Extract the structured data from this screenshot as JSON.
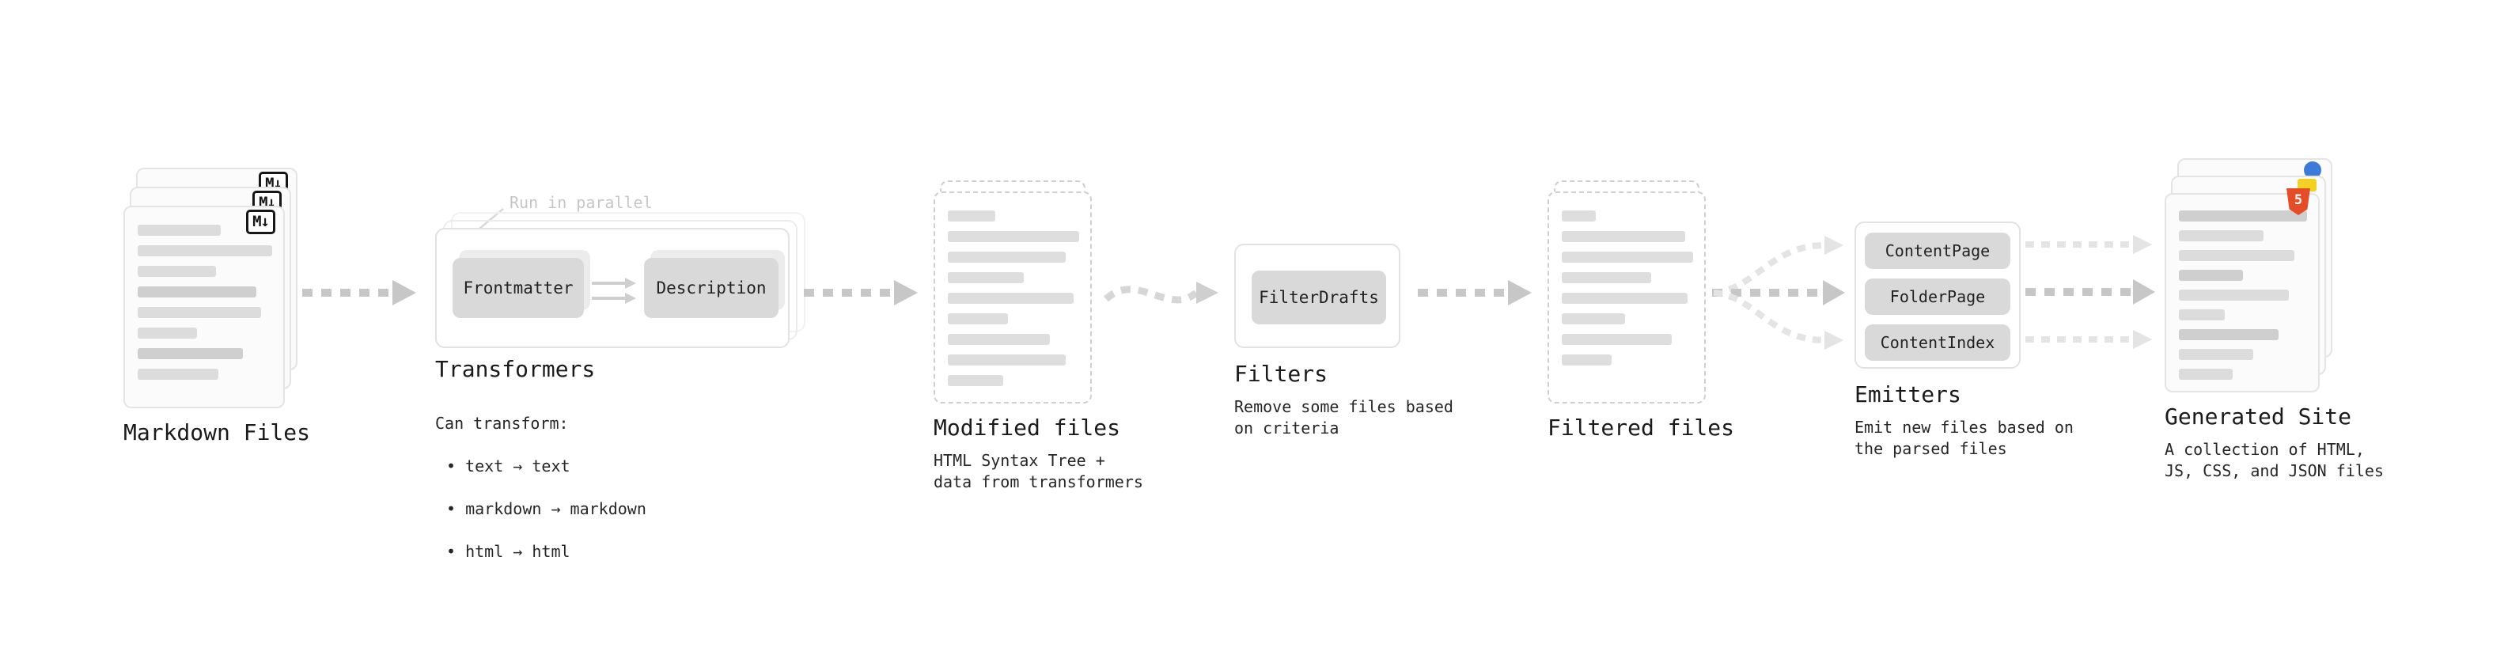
{
  "stages": {
    "markdown_files": {
      "label": "Markdown Files",
      "badge": "M↓"
    },
    "transformers": {
      "annotation": "Run in parallel",
      "boxes": [
        "Frontmatter",
        "Description"
      ],
      "label": "Transformers",
      "description_title": "Can transform:",
      "bullets": [
        "• text → text",
        "• markdown → markdown",
        "• html → html"
      ]
    },
    "modified_files": {
      "label": "Modified files",
      "description": "HTML Syntax Tree +\ndata from transformers"
    },
    "filters": {
      "boxes": [
        "FilterDrafts"
      ],
      "label": "Filters",
      "description": "Remove some files based\non criteria"
    },
    "filtered_files": {
      "label": "Filtered files"
    },
    "emitters": {
      "boxes": [
        "ContentPage",
        "FolderPage",
        "ContentIndex"
      ],
      "label": "Emitters",
      "description": "Emit new files based on\nthe parsed files"
    },
    "generated_site": {
      "label": "Generated Site",
      "badge": "5",
      "description": "A collection of HTML,\nJS, CSS, and JSON files"
    }
  },
  "icons": {
    "markdown": "markdown-badge",
    "html5": "html5-shield",
    "js": "yellow-tag",
    "css": "blue-dot"
  },
  "colors": {
    "arrow": "#c7c7c7",
    "arrow_light": "#e4e4e4",
    "bar": "#dcdcdc",
    "box_fill": "#d9d9d9",
    "border": "#e2e2e2",
    "annotation": "#c6c6c6",
    "markdown_badge": "#161616",
    "html5_orange": "#e44d26",
    "js_yellow": "#f2d024",
    "blue": "#3d7bd9",
    "text": "#1a1a1a"
  }
}
